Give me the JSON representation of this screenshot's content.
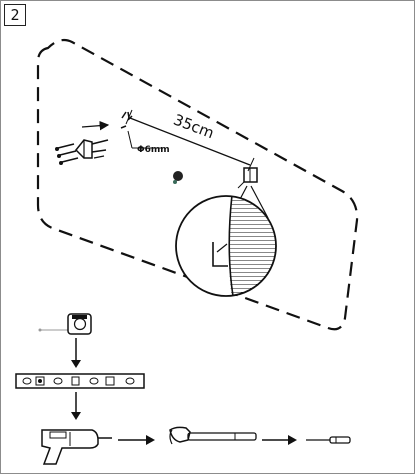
{
  "step_number": "2",
  "distance_label": "35cm",
  "drill_bit_label": "Φ6mm",
  "colors": {
    "ink": "#111111",
    "frame": "#8c8c8c",
    "hatch": "#111111"
  },
  "icons": [
    "wall-plug-icon",
    "screw-icon",
    "bracket-icon",
    "tape-measure-icon",
    "spirit-level-icon",
    "drill-icon",
    "hammer-icon",
    "screwdriver-icon",
    "arrow-icon"
  ]
}
